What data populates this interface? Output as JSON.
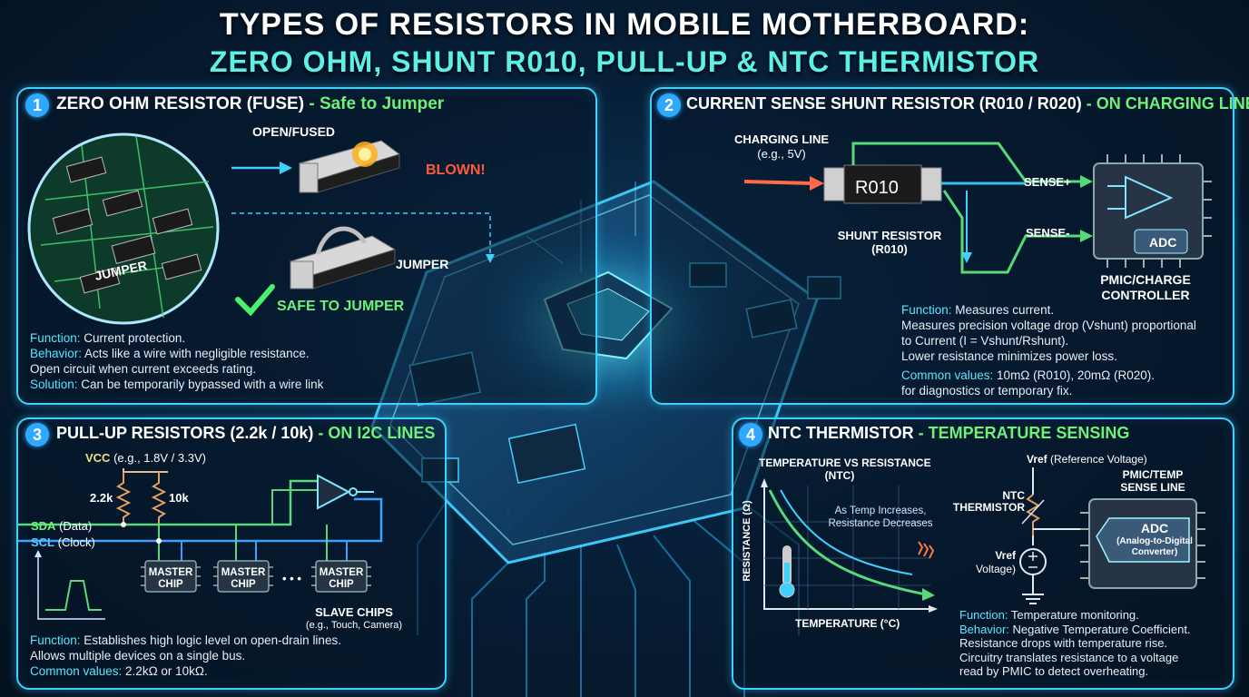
{
  "header": {
    "title_line1": "TYPES OF RESISTORS IN MOBILE MOTHERBOARD:",
    "title_line2": "ZERO OHM, SHUNT R010, PULL-UP & NTC THERMISTOR"
  },
  "panel1": {
    "number": "1",
    "title": "ZERO OHM RESISTOR (FUSE)",
    "subtitle": " - Safe to Jumper",
    "open_label": "OPEN/FUSED",
    "blown_label": "BLOWN!",
    "jumper_label": "JUMPER",
    "board_jumper_label": "JUMPER",
    "safe_label": "SAFE TO JUMPER",
    "function_key": "Function:",
    "function_text": " Current protection.",
    "behavior_key": "Behavior:",
    "behavior_text": " Acts like a wire with negligible resistance.",
    "behavior_text2": "Open circuit when current exceeds rating.",
    "solution_key": "Solution:",
    "solution_text": " Can be temporarily bypassed with a wire link"
  },
  "panel2": {
    "number": "2",
    "title": "CURRENT SENSE SHUNT RESISTOR (R010 / R020)",
    "subtitle": " - ON CHARGING LINE",
    "charging_line": "CHARGING LINE",
    "charging_volt": "(e.g., 5V)",
    "resistor_text": "R010",
    "shunt_label": "SHUNT RESISTOR",
    "shunt_sub": "(R010)",
    "sense_plus": "SENSE+",
    "sense_minus": "SENSE-",
    "adc": "ADC",
    "controller1": "PMIC/CHARGE",
    "controller2": "CONTROLLER",
    "function_key": "Function:",
    "function_text": " Measures current.",
    "line2": "Measures precision voltage drop (Vshunt) proportional",
    "line3": "to Current (I = Vshunt/Rshunt).",
    "line4": "Lower resistance minimizes power loss.",
    "common_key": "Common values:",
    "common_text": " 10mΩ (R010), 20mΩ (R020).",
    "line6": "for diagnostics or temporary fix."
  },
  "panel3": {
    "number": "3",
    "title": "PULL-UP RESISTORS (2.2k / 10k)",
    "subtitle": " - ON I2C LINES",
    "vcc_key": "VCC",
    "vcc_text": " (e.g., 1.8V / 3.3V)",
    "r1": "2.2k",
    "r2": "10k",
    "sda_key": "SDA",
    "sda_text": " (Data)",
    "scl_key": "SCL",
    "scl_text": " (Clock)",
    "chip1": "MASTER CHIP",
    "chip2": "MASTER CHIP",
    "chip3": "MASTER CHIP",
    "dots": "• • •",
    "slave": "SLAVE CHIPS",
    "slave_sub": "(e.g., Touch, Camera)",
    "function_key": "Function:",
    "function_text": " Establishes high logic level on open-drain lines.",
    "line2": "Allows multiple devices on a single bus.",
    "common_key": "Common values:",
    "common_text": " 2.2kΩ or 10kΩ."
  },
  "panel4": {
    "number": "4",
    "title": "NTC THERMISTOR",
    "subtitle": " - TEMPERATURE SENSING",
    "graph_title1": "TEMPERATURE VS RESISTANCE",
    "graph_title2": "(NTC)",
    "annot1": "As Temp Increases,",
    "annot2": "Resistance Decreases",
    "ylabel": "RESISTANCE (Ω)",
    "xlabel": "TEMPERATURE (°C)",
    "vref_top": "Vref",
    "vref_top_sub": " (Reference Voltage)",
    "ntc1": "NTC",
    "ntc2": "THERMISTOR",
    "vref_bot": "Vref",
    "vref_bot_sub": "Voltage)",
    "pmic1": "PMIC/TEMP",
    "pmic2": "SENSE LINE",
    "adc": "ADC",
    "adc_sub1": "(Analog-to-Digital",
    "adc_sub2": "Converter)",
    "function_key": "Function:",
    "function_text": " Temperature monitoring.",
    "behavior_key": "Behavior:",
    "behavior_text": " Negative Temperature Coefficient.",
    "line3": "Resistance drops with temperature rise.",
    "line4": "Circuitry translates resistance to a voltage",
    "line5": "read by PMIC to detect overheating."
  },
  "colors": {
    "accent_cyan": "#3fd0ff",
    "accent_green": "#6ef07a",
    "title_cyan": "#5df0e6",
    "key_cyan": "#59e6ff"
  }
}
